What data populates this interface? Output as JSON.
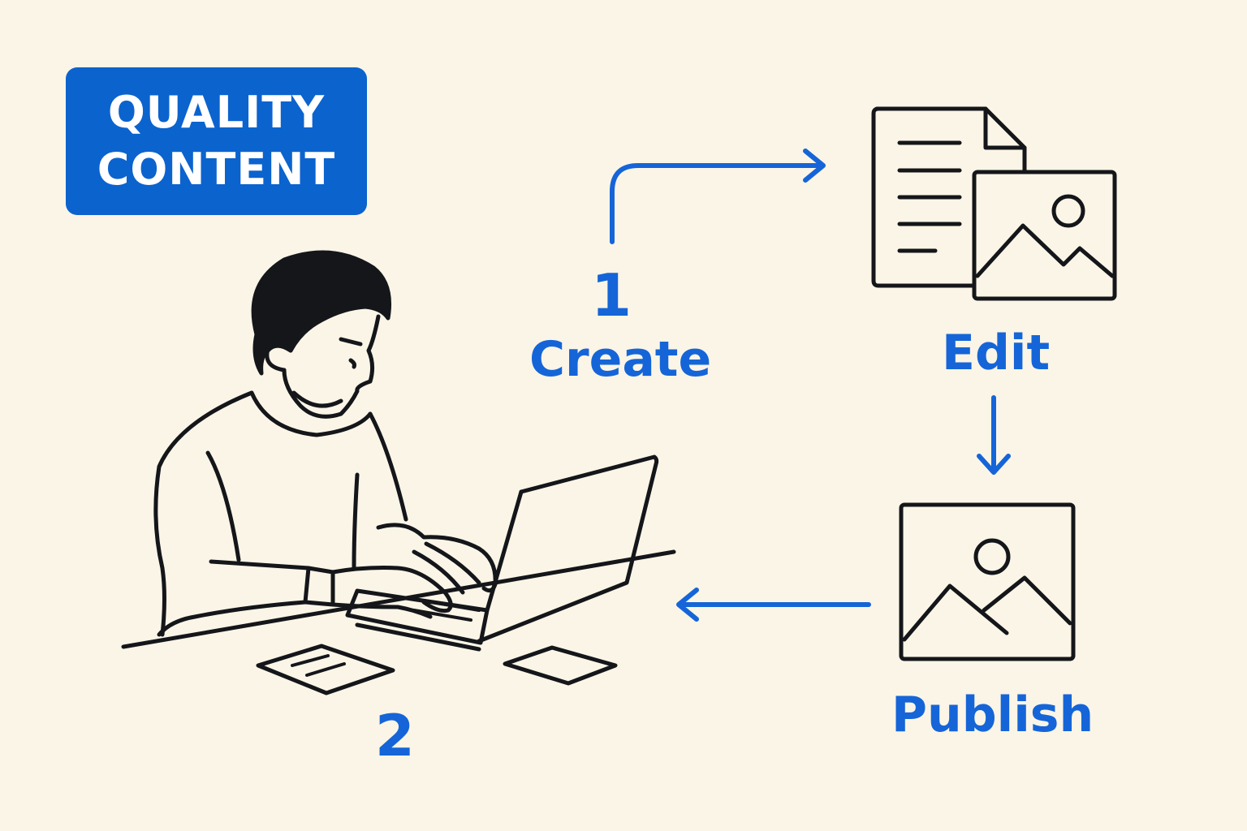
{
  "badge": {
    "line1": "QUALITY",
    "line2": "CONTENT"
  },
  "steps": {
    "create_number": "1",
    "create_label": "Create",
    "edit_label": "Edit",
    "publish_label": "Publish",
    "loop_number": "2"
  },
  "icons": {
    "document": "document-icon",
    "image_small": "image-icon",
    "image_large": "image-icon",
    "person": "person-at-laptop-illustration"
  },
  "colors": {
    "accent": "#0B63CE",
    "label_blue": "#1565D8",
    "background": "#FBF5E7",
    "ink": "#14161A"
  }
}
